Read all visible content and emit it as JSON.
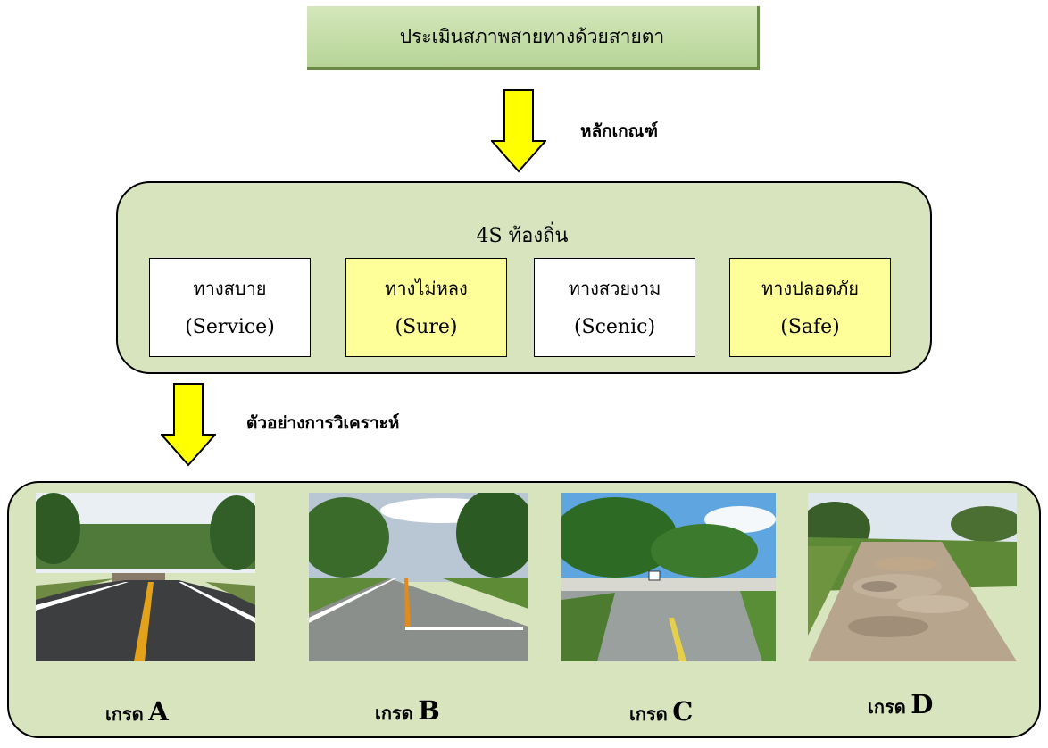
{
  "top_box": {
    "label": "ประเมินสภาพสายทางด้วยสายตา"
  },
  "arrow1": {
    "label": "หลักเกณฑ์"
  },
  "group": {
    "title": "4S",
    "title_sub": "ท้องถิ่น",
    "items": [
      {
        "thai": "ทางสบาย",
        "eng": "(Service)",
        "style": "white"
      },
      {
        "thai": "ทางไม่หลง",
        "eng": "(Sure)",
        "style": "yellow"
      },
      {
        "thai": "ทางสวยงาม",
        "eng": "(Scenic)",
        "style": "white"
      },
      {
        "thai": "ทางปลอดภัย",
        "eng": "(Safe)",
        "style": "yellow"
      }
    ]
  },
  "arrow2": {
    "label": "ตัวอย่างการวิเคราะห์"
  },
  "grades": [
    {
      "prefix": "เกรด",
      "letter": "A"
    },
    {
      "prefix": "เกรด",
      "letter": "B"
    },
    {
      "prefix": "เกรด",
      "letter": "C"
    },
    {
      "prefix": "เกรด",
      "letter": "D"
    }
  ],
  "colors": {
    "arrow_fill": "#ffff00",
    "group_fill": "#d7e4bd",
    "top_box_fill": "#c4dca8",
    "yellow_box": "#ffff99"
  }
}
